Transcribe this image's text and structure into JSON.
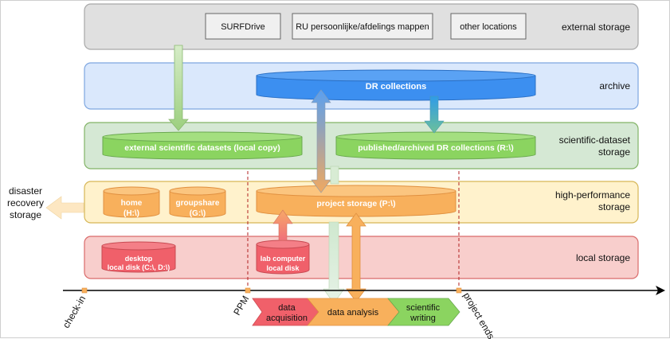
{
  "layers": {
    "external": "external storage",
    "archive": "archive",
    "scientific_1": "scientific-dataset",
    "scientific_2": "storage",
    "hpc_1": "high-performance",
    "hpc_2": "storage",
    "local": "local storage"
  },
  "external_boxes": {
    "surfdrive": "SURFDrive",
    "ru": "RU persoonlijke/afdelings mappen",
    "other": "other locations"
  },
  "archive": {
    "dr_collections": "DR collections"
  },
  "scientific": {
    "external_datasets": "external scientific datasets (local copy)",
    "published": "published/archived DR collections (R:\\)"
  },
  "hpc": {
    "home_1": "home",
    "home_2": "(H:\\)",
    "group_1": "groupshare",
    "group_2": "(G:\\)",
    "project": "project storage (P:\\)"
  },
  "local": {
    "desktop_1": "desktop",
    "desktop_2": "local disk (C:\\, D:\\)",
    "lab_1": "lab computer",
    "lab_2": "local disk"
  },
  "disaster": {
    "l1": "disaster",
    "l2": "recovery",
    "l3": "storage"
  },
  "timeline": {
    "checkin": "check-in",
    "ppm": "PPM",
    "ends": "project ends"
  },
  "phases": {
    "acq_1": "data",
    "acq_2": "acquisition",
    "analysis": "data analysis",
    "writing_1": "scientific",
    "writing_2": "writing"
  },
  "colors": {
    "external": "#e0e0e0",
    "archive": "#dae8fc",
    "scientific": "#d5e8d4",
    "hpc": "#fff2cc",
    "local": "#f8cecc",
    "dr_cyl": "#3c8ff0",
    "green_cyl": "#8bd460",
    "orange_cyl": "#f8b05c",
    "red_cyl": "#f0606a"
  }
}
